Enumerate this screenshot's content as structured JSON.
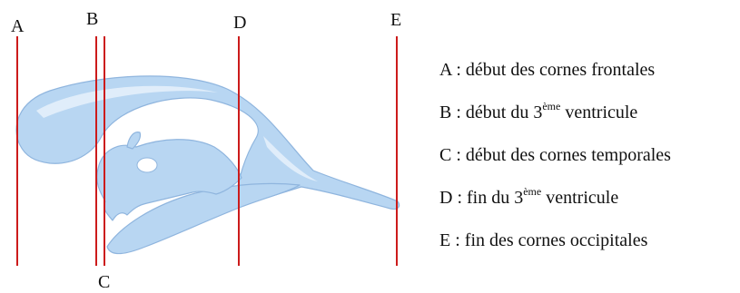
{
  "colors": {
    "ventricle_fill": "#b8d6f2",
    "ventricle_shade": "#8fb5de",
    "ventricle_highlight": "#e6f1fb",
    "line": "#cc1b1b"
  },
  "markers": {
    "A": "A",
    "B": "B",
    "C": "C",
    "D": "D",
    "E": "E"
  },
  "legend": [
    {
      "id": "A",
      "letter": "A",
      "sep": " : ",
      "text": "début des cornes frontales",
      "sup": "",
      "tail": ""
    },
    {
      "id": "B",
      "letter": "B",
      "sep": " : ",
      "text": "début du 3",
      "sup": "ème",
      "tail": " ventricule"
    },
    {
      "id": "C",
      "letter": "C",
      "sep": " : ",
      "text": "début des cornes temporales",
      "sup": "",
      "tail": ""
    },
    {
      "id": "D",
      "letter": "D",
      "sep": " : ",
      "text": "fin du 3",
      "sup": "ème",
      "tail": " ventricule"
    },
    {
      "id": "E",
      "letter": "E",
      "sep": " : ",
      "text": "fin des cornes occipitales",
      "sup": "",
      "tail": ""
    }
  ]
}
